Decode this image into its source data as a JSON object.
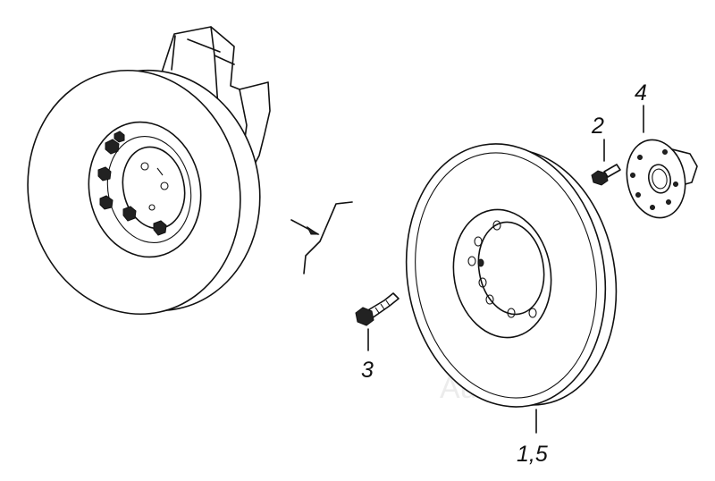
{
  "callouts": {
    "part_2": "2",
    "part_3": "3",
    "part_4": "4",
    "part_1_5": "1,5"
  },
  "watermark": "AutoSoft",
  "colors": {
    "line": "#111111",
    "background": "#ffffff",
    "watermark": "#ececec"
  }
}
